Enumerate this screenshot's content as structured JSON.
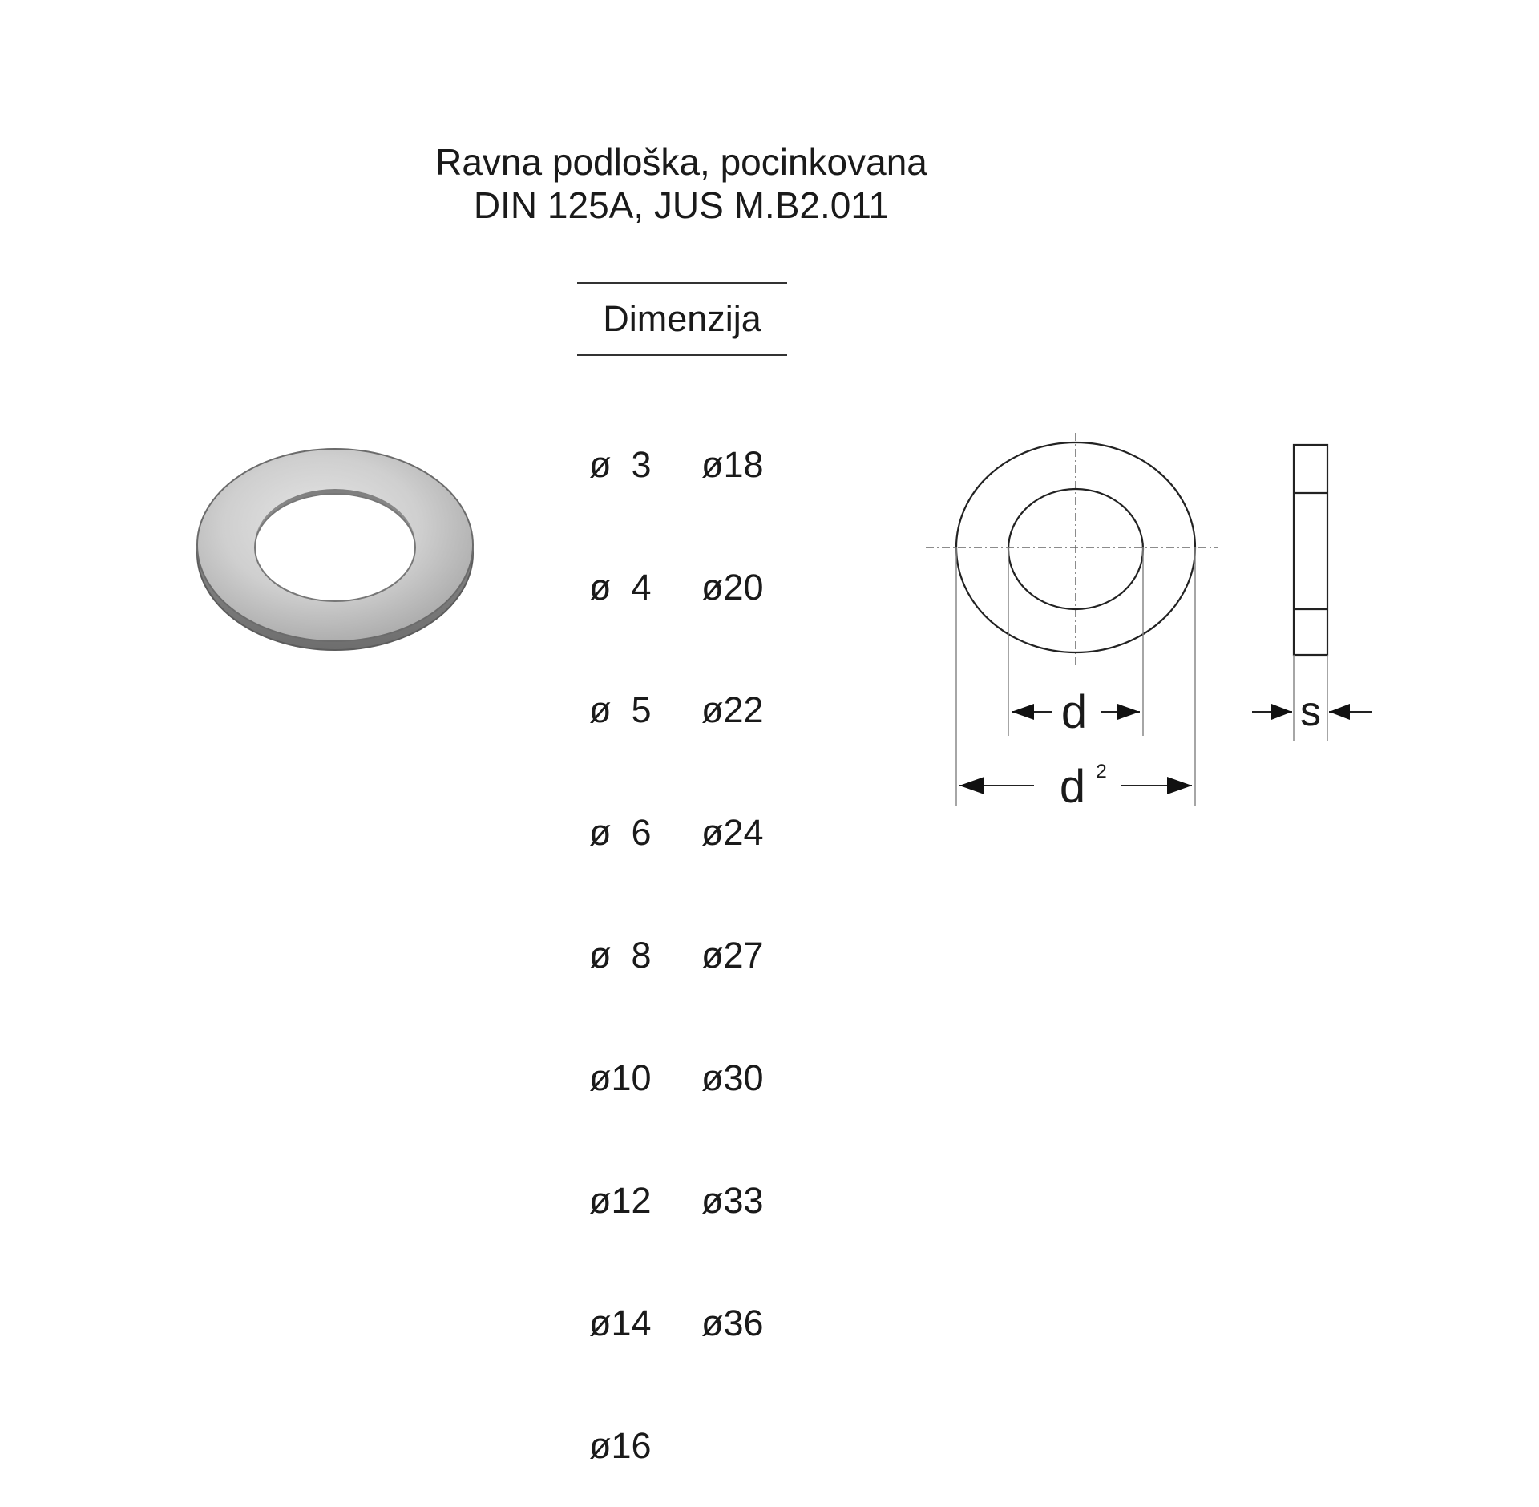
{
  "title": {
    "line1": "Ravna podloška, pocinkovana",
    "line2": "DIN 125A, JUS M.B2.011"
  },
  "dimensions": {
    "header": "Dimenzija",
    "column1": [
      "ø  3",
      "ø  4",
      "ø  5",
      "ø  6",
      "ø  8",
      "ø10",
      "ø12",
      "ø14",
      "ø16"
    ],
    "column2": [
      "ø18",
      "ø20",
      "ø22",
      "ø24",
      "ø27",
      "ø30",
      "ø33",
      "ø36"
    ]
  },
  "drawing": {
    "inner_label": "d",
    "outer_label": "d",
    "outer_superscript": "2",
    "thickness_label": "s"
  }
}
